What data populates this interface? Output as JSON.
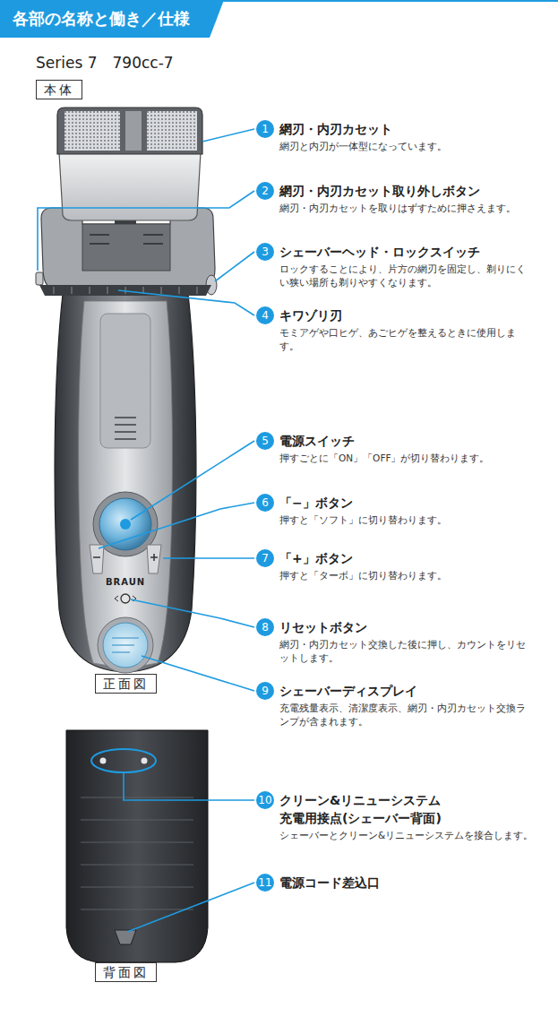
{
  "diagram": {
    "title": "各部の名称と働き／仕様",
    "nodes": [
      {
        "text": [
          "本体"
        ]
      },
      {
        "text": [
          "1",
          "網刃・内刃カセット",
          "網刃と内刃が一体型になっています。"
        ]
      },
      {
        "text": [
          "2",
          "網刃・内刃カセット取り外しボタン",
          "網刃・内刃カセットを取りはずすために押さえます。"
        ]
      },
      {
        "text": [
          "3",
          "シェーバーヘッド・ロックスイッチ",
          "ロックすることにより、片方の網刃を固定し、剃りにくい狭い場所も剃りやすくなります。"
        ]
      },
      {
        "text": [
          "4",
          "キワゾリ刃",
          "モミアゲや口ヒゲ、あごヒゲを整えるときに使用します。"
        ]
      },
      {
        "text": [
          "5",
          "電源スイッチ",
          "押すごとに「ON」「OFF」が切り替わります。"
        ]
      },
      {
        "text": [
          "6",
          "「−」ボタン",
          "押すと「ソフト」に切り替わります。"
        ]
      },
      {
        "text": [
          "7",
          "「+」ボタン",
          "押すと「ターボ」に切り替わります。"
        ]
      },
      {
        "text": [
          "8",
          "リセットボタン",
          "網刃・内刃カセット交換した後に押し、カウントをリセットします。"
        ]
      },
      {
        "text": [
          "正面図"
        ]
      },
      {
        "text": [
          "9",
          "シェーバーディスプレイ",
          "充電残量表示、清潔度表示、網刃・内刃カセット交換ランプが含まれます。"
        ]
      },
      {
        "text": [
          "10",
          "クリーン&リニューシステム 充電用接点(シェーバー背面)",
          "シェーバーとクリーン&リニューシステムを接合します。"
        ]
      },
      {
        "text": [
          "11",
          "電源コード差込口"
        ]
      },
      {
        "text": [
          "背面図"
        ]
      }
    ],
    "labels": [
      "Series 7　790cc-7",
      "BRAUN"
    ]
  }
}
